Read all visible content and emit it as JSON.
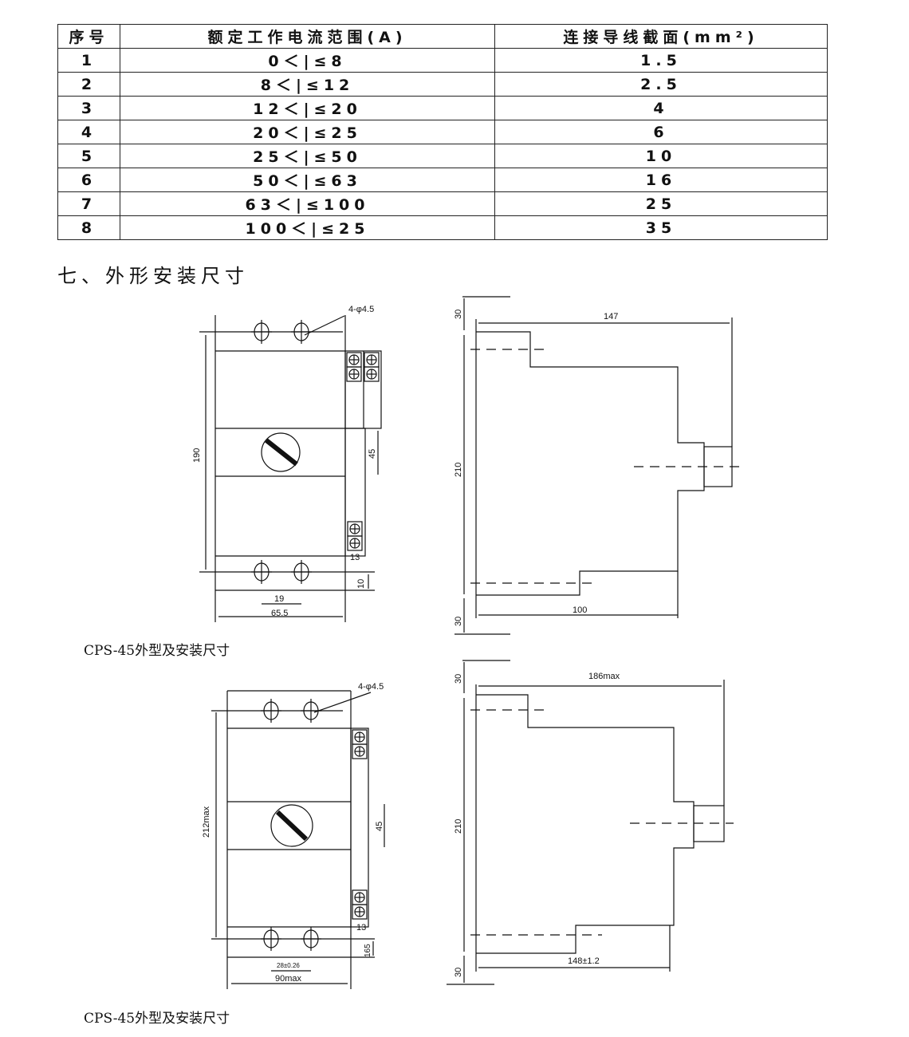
{
  "table": {
    "headers": [
      "序号",
      "额定工作电流范围(A)",
      "连接导线截面(mm²)"
    ],
    "rows": [
      [
        "1",
        "0＜|≤8",
        "1.5"
      ],
      [
        "2",
        "8＜|≤12",
        "2.5"
      ],
      [
        "3",
        "12＜|≤20",
        "4"
      ],
      [
        "4",
        "20＜|≤25",
        "6"
      ],
      [
        "5",
        "25＜|≤50",
        "10"
      ],
      [
        "6",
        "50＜|≤63",
        "16"
      ],
      [
        "7",
        "63＜|≤100",
        "25"
      ],
      [
        "8",
        "100＜|≤25",
        "35"
      ]
    ]
  },
  "section_title": "七、外形安装尺寸",
  "drawing1": {
    "holes": "4-φ4.5",
    "height": "190",
    "knob_dim": "45",
    "term_w": "13",
    "bottom": "10",
    "hole_pitch": "19",
    "width": "65.5",
    "gap_top": "30",
    "depth": "147",
    "side_h": "210",
    "gap_bottom": "30",
    "base_depth": "100",
    "caption": "CPS-45外型及安装尺寸"
  },
  "drawing2": {
    "holes": "4-φ4.5",
    "height": "212max",
    "knob_dim": "45",
    "term_w": "13",
    "bottom": "165",
    "hole_pitch": "28±0.26",
    "width": "90max",
    "gap_top": "30",
    "depth": "186max",
    "side_h": "210",
    "gap_bottom": "30",
    "base_depth": "148±1.2",
    "caption": "CPS-45外型及安装尺寸"
  }
}
